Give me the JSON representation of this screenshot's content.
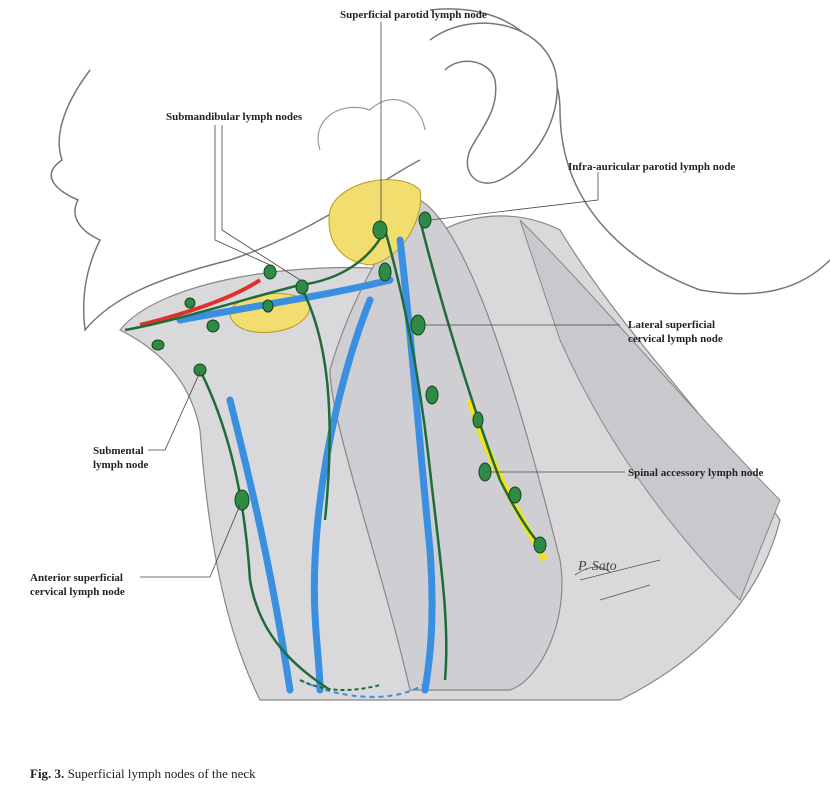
{
  "labels": {
    "superficial_parotid": "Superficial parotid lymph node",
    "submandibular": "Submandibular lymph nodes",
    "infra_auricular": "Infra-auricular parotid lymph node",
    "lateral_superficial_1": "Lateral superficial",
    "lateral_superficial_2": "cervical lymph node",
    "submental_1": "Submental",
    "submental_2": "lymph node",
    "spinal_accessory": "Spinal accessory lymph node",
    "anterior_superficial_1": "Anterior superficial",
    "anterior_superficial_2": "cervical lymph node"
  },
  "caption": {
    "number": "Fig. 3.",
    "text": "Superficial lymph nodes of the neck"
  },
  "signature": "P. Sato",
  "colors": {
    "vein": "#3a8fe0",
    "lymph": "#1f6b3a",
    "gland": "#f2de6e",
    "muscle": "#d6d6d8",
    "artery": "#e0302a",
    "nerve": "#f4e21a"
  }
}
